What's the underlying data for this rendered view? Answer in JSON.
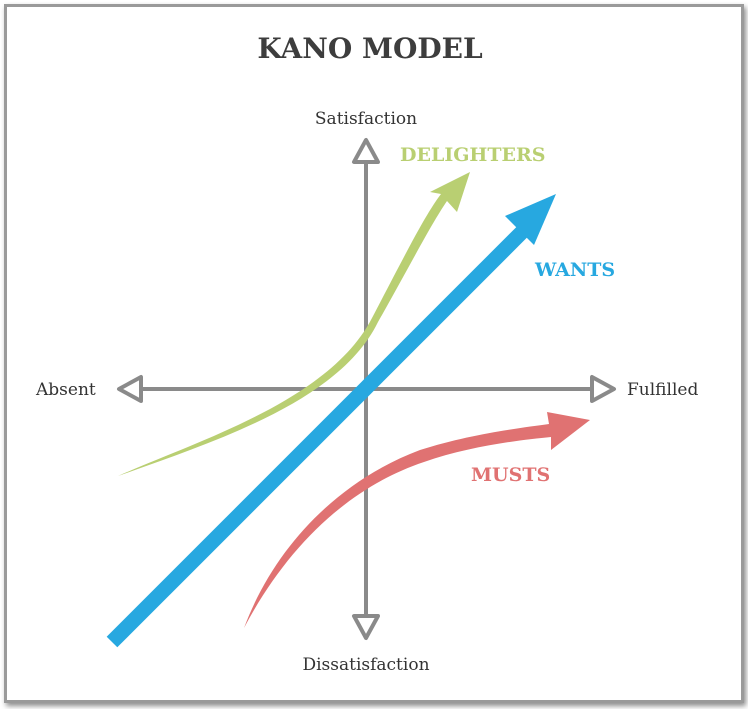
{
  "diagram": {
    "title": "KANO MODEL",
    "axes": {
      "top": "Satisfaction",
      "bottom": "Dissatisfaction",
      "left": "Absent",
      "right": "Fulfilled"
    },
    "curves": [
      {
        "id": "delighters",
        "label": "DELIGHTERS",
        "color": "#b9cf72"
      },
      {
        "id": "wants",
        "label": "WANTS",
        "color": "#27a8e0"
      },
      {
        "id": "musts",
        "label": "MUSTS",
        "color": "#e07272"
      }
    ],
    "axis_color": "#8a8a8a"
  }
}
